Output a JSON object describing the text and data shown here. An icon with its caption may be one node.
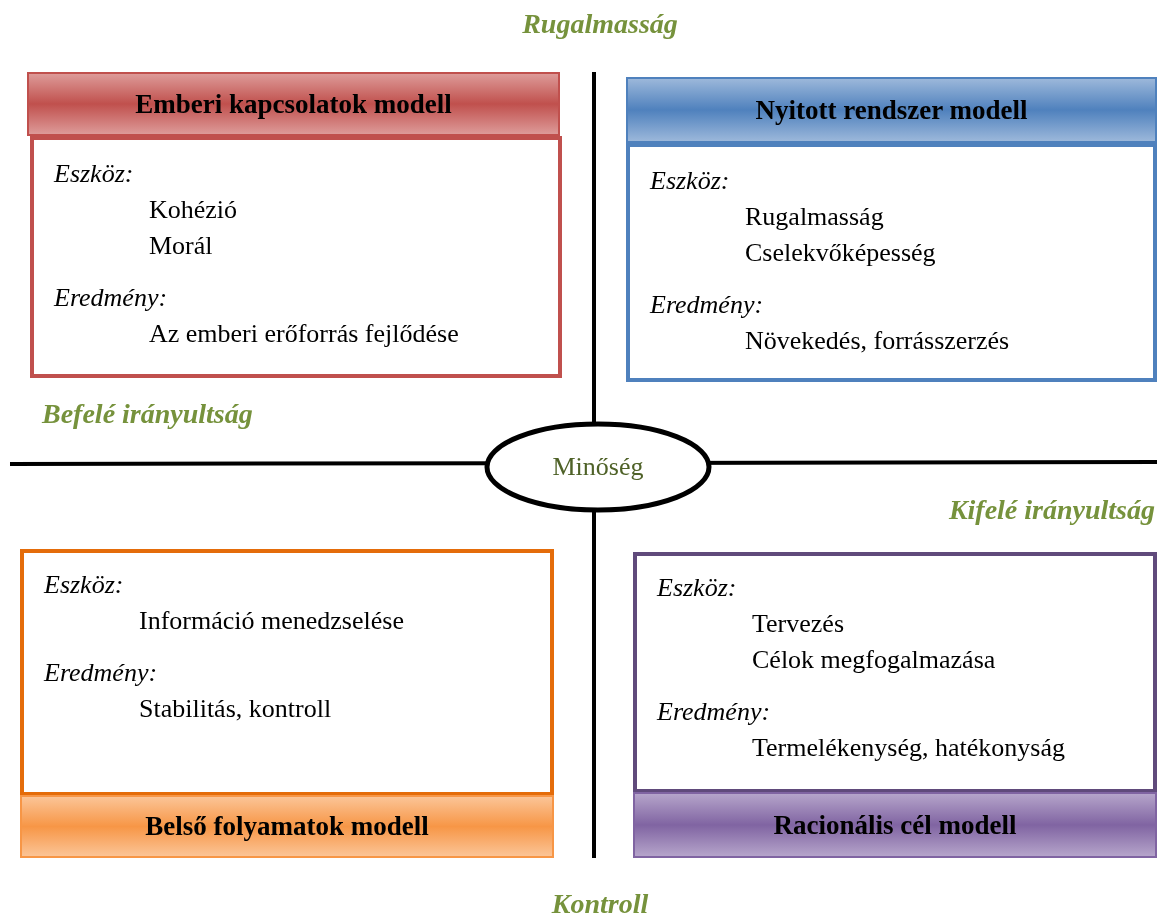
{
  "diagram": {
    "nodes": [
      {
        "text": [
          "Emberi kapcsolatok modell"
        ]
      },
      {
        "text": [
          "Eszköz:",
          "Kohézió",
          "Morál",
          "Eredmény:",
          "Az emberi erőforrás fejlődése"
        ]
      },
      {
        "text": [
          "Nyitott rendszer modell"
        ]
      },
      {
        "text": [
          "Eszköz:",
          "Rugalmasság",
          "Cselekvőképesség",
          "Eredmény:",
          "Növekedés, forrásszerzés"
        ]
      },
      {
        "text": [
          "Minőség"
        ]
      },
      {
        "text": [
          "Eszköz:",
          "Információ menedzselése",
          "Eredmény:",
          "Stabilitás, kontroll"
        ]
      },
      {
        "text": [
          "Eszköz:",
          "Tervezés",
          "Célok megfogalmazása",
          "Eredmény:",
          "Termelékenység, hatékonyság"
        ]
      },
      {
        "text": [
          "Belső folyamatok modell"
        ]
      },
      {
        "text": [
          "Racionális cél modell"
        ]
      }
    ],
    "labels": [
      "Rugalmasság",
      "Befelé irányultság",
      "Kifelé irányultság",
      "Kontroll"
    ]
  }
}
